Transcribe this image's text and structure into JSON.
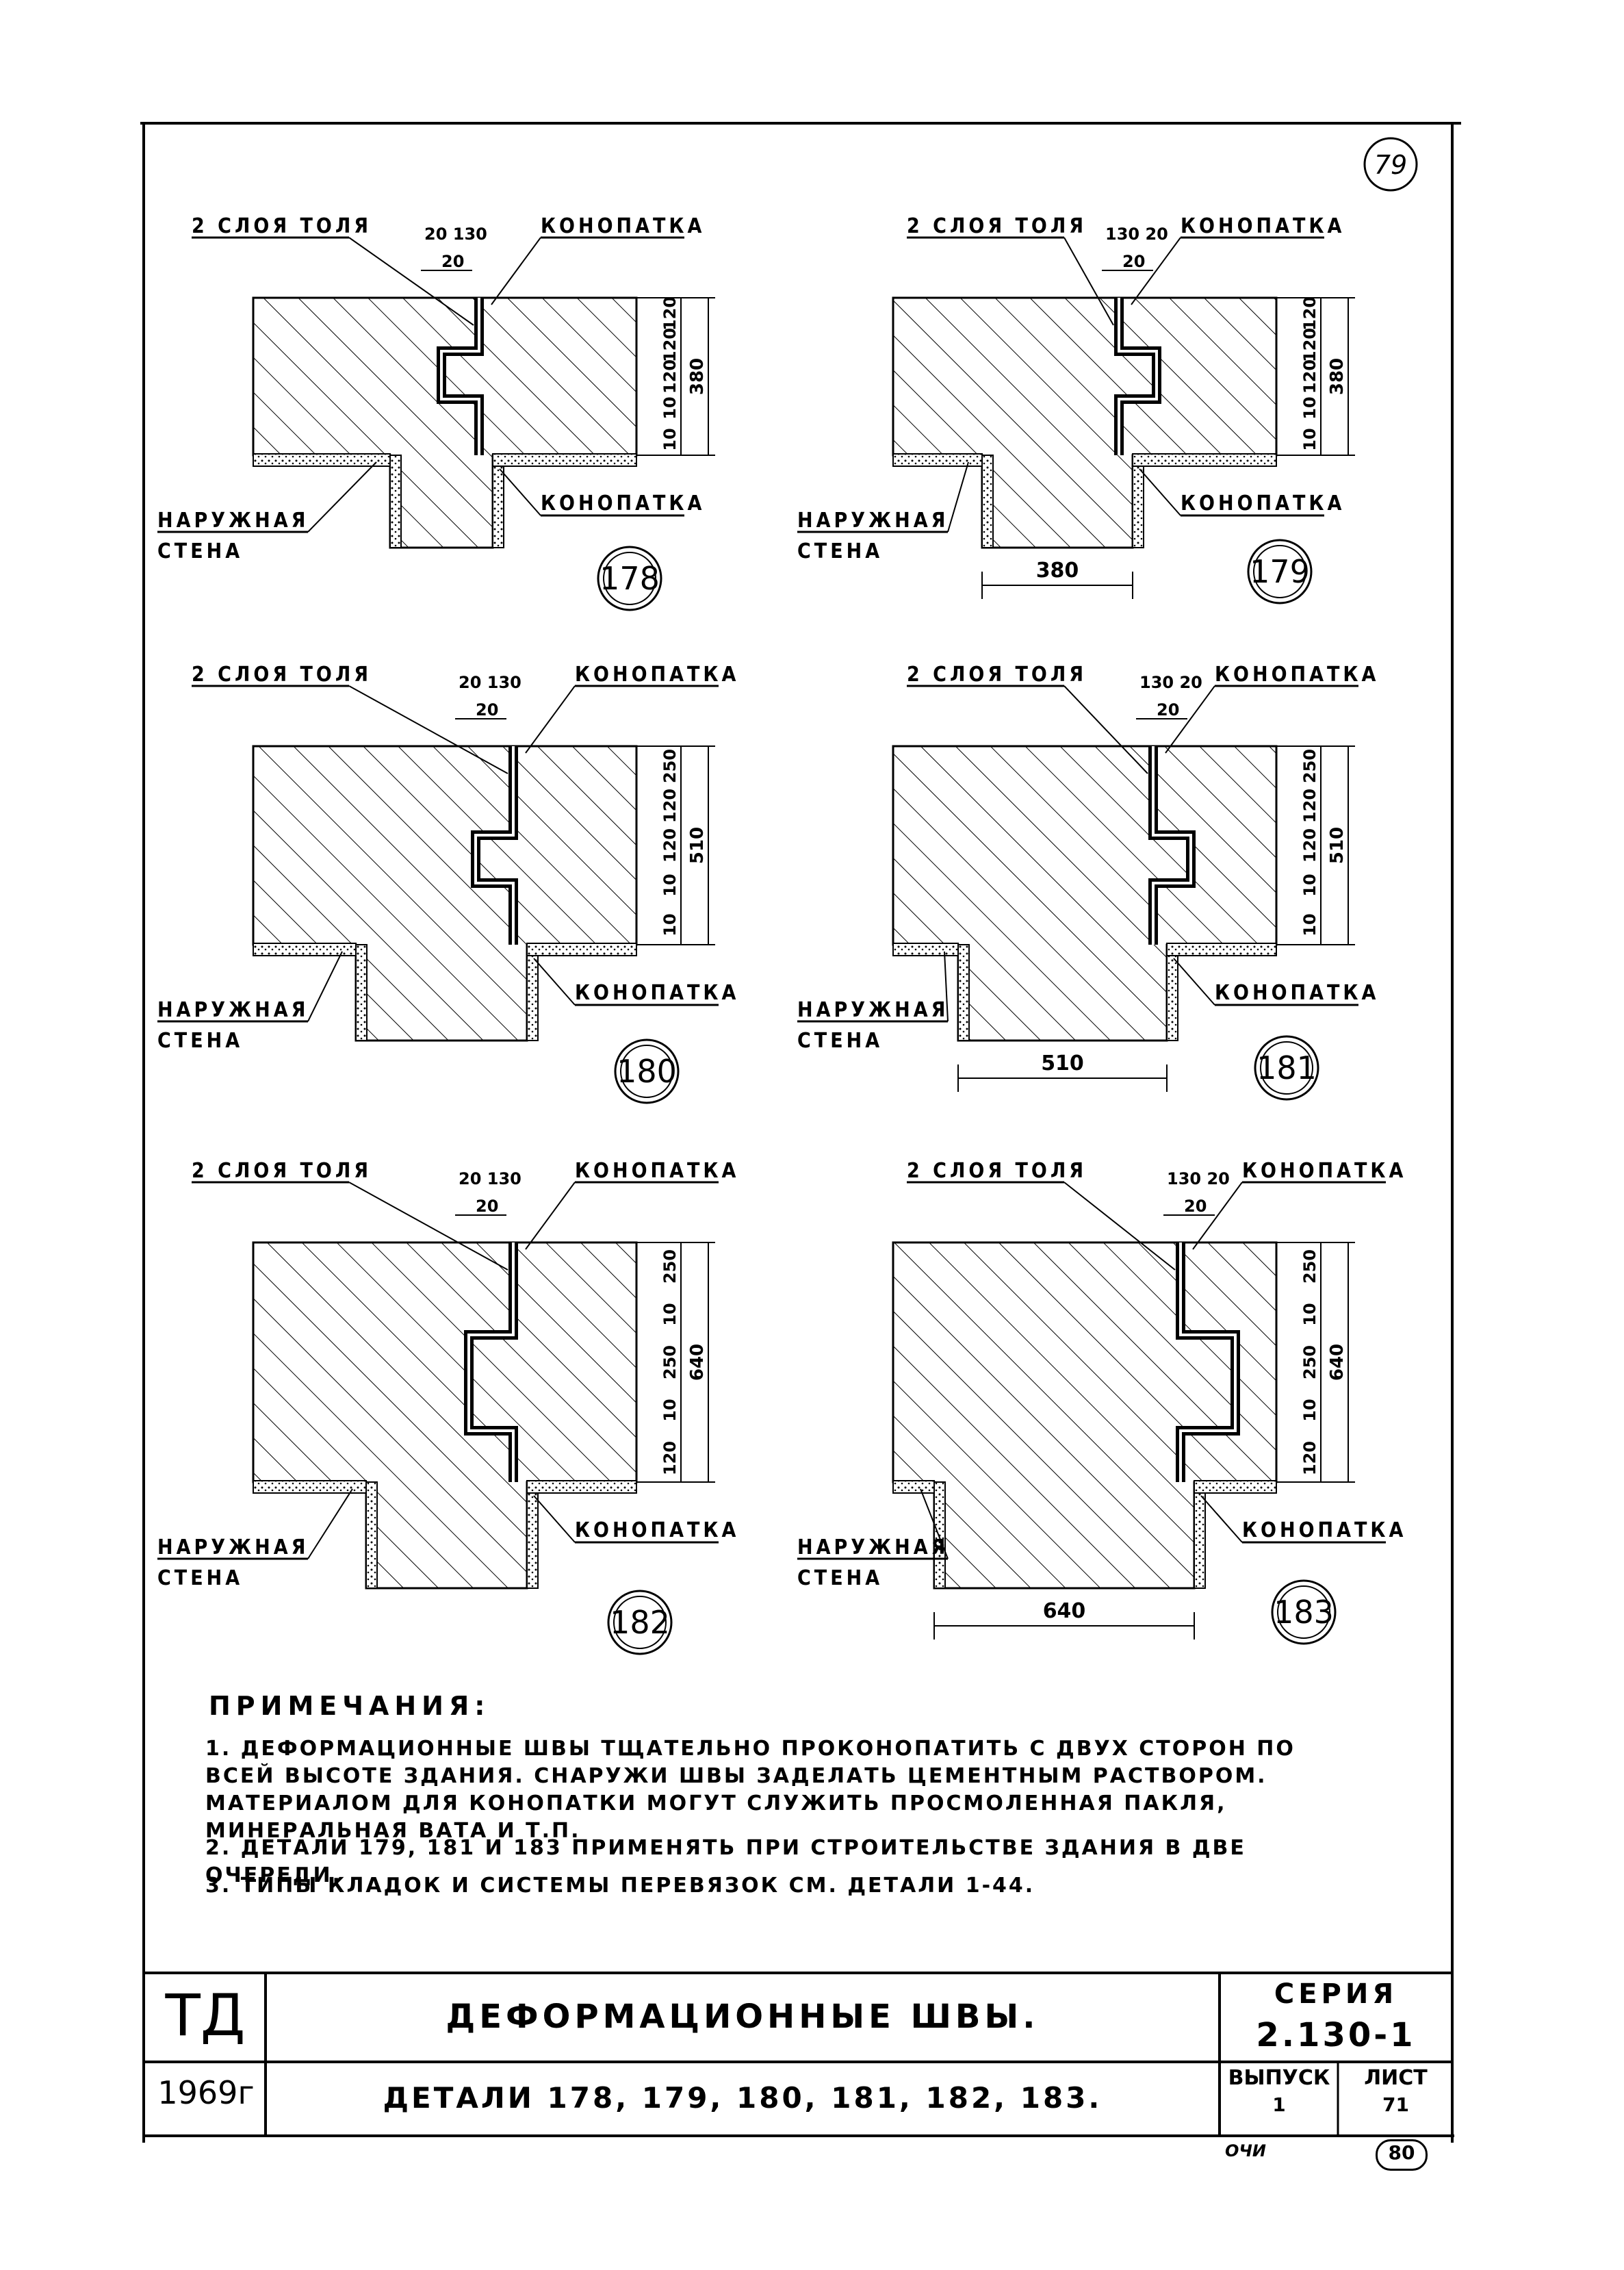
{
  "page_number": "79",
  "details": [
    {
      "id": "178",
      "tolya": "2 СЛОЯ ТОЛЯ",
      "konopatka_top": "КОНОПАТКА",
      "konopatka_bottom": "КОНОПАТКА",
      "naruzhnaya": "НАРУЖНАЯ",
      "stena": "СТЕНА",
      "dim_top": [
        "20",
        "130",
        "20"
      ],
      "dim_side": [
        "120",
        "120",
        "120",
        "10",
        "10",
        "380"
      ],
      "dim_bottom": ""
    },
    {
      "id": "179",
      "tolya": "2 СЛОЯ ТОЛЯ",
      "konopatka_top": "КОНОПАТКА",
      "konopatka_bottom": "КОНОПАТКА",
      "naruzhnaya": "НАРУЖНАЯ",
      "stena": "СТЕНА",
      "dim_top": [
        "130",
        "20",
        "20"
      ],
      "dim_side": [
        "120",
        "120",
        "120",
        "10",
        "10",
        "380"
      ],
      "dim_bottom": "380"
    },
    {
      "id": "180",
      "tolya": "2 СЛОЯ ТОЛЯ",
      "konopatka_top": "КОНОПАТКА",
      "konopatka_bottom": "КОНОПАТКА",
      "naruzhnaya": "НАРУЖНАЯ",
      "stena": "СТЕНА",
      "dim_top": [
        "20",
        "130",
        "20"
      ],
      "dim_side": [
        "250",
        "120",
        "120",
        "10",
        "10",
        "510"
      ],
      "dim_bottom": ""
    },
    {
      "id": "181",
      "tolya": "2 СЛОЯ ТОЛЯ",
      "konopatka_top": "КОНОПАТКА",
      "konopatka_bottom": "КОНОПАТКА",
      "naruzhnaya": "НАРУЖНАЯ",
      "stena": "СТЕНА",
      "dim_top": [
        "130",
        "20",
        "20"
      ],
      "dim_side": [
        "250",
        "120",
        "120",
        "10",
        "10",
        "510"
      ],
      "dim_bottom": "510"
    },
    {
      "id": "182",
      "tolya": "2 СЛОЯ ТОЛЯ",
      "konopatka_top": "КОНОПАТКА",
      "konopatka_bottom": "КОНОПАТКА",
      "naruzhnaya": "НАРУЖНАЯ",
      "stena": "СТЕНА",
      "dim_top": [
        "20",
        "130",
        "20"
      ],
      "dim_side": [
        "250",
        "10",
        "250",
        "10",
        "120",
        "640"
      ],
      "dim_bottom": ""
    },
    {
      "id": "183",
      "tolya": "2 СЛОЯ ТОЛЯ",
      "konopatka_top": "КОНОПАТКА",
      "konopatka_bottom": "КОНОПАТКА",
      "naruzhnaya": "НАРУЖНАЯ",
      "stena": "СТЕНА",
      "dim_top": [
        "130",
        "20",
        "20"
      ],
      "dim_side": [
        "250",
        "10",
        "250",
        "10",
        "120",
        "640"
      ],
      "dim_bottom": "640"
    }
  ],
  "notes": {
    "title": "ПРИМЕЧАНИЯ:",
    "items": [
      "1. ДЕФОРМАЦИОННЫЕ ШВЫ ТЩАТЕЛЬНО ПРОКОНОПАТИТЬ С ДВУХ СТОРОН ПО ВСЕЙ ВЫСОТЕ ЗДАНИЯ. СНАРУЖИ ШВЫ ЗАДЕЛАТЬ ЦЕМЕНТНЫМ РАСТВОРОМ. МАТЕРИАЛОМ ДЛЯ КОНОПАТКИ МОГУТ СЛУЖИТЬ ПРОСМОЛЕННАЯ ПАКЛЯ, МИНЕРАЛЬНАЯ ВАТА И Т.П.",
      "2. ДЕТАЛИ 179, 181 И 183 ПРИМЕНЯТЬ ПРИ СТРОИТЕЛЬСТВЕ ЗДАНИЯ В ДВЕ ОЧЕРЕДИ.",
      "3. ТИПЫ КЛАДОК И СИСТЕМЫ ПЕРЕВЯЗОК СМ. ДЕТАЛИ 1-44."
    ]
  },
  "title_block": {
    "org": "ТД",
    "year": "1969г",
    "title": "ДЕФОРМАЦИОННЫЕ ШВЫ.",
    "subtitle": "ДЕТАЛИ 178, 179, 180, 181, 182, 183.",
    "series_label": "СЕРИЯ",
    "series_value": "2.130-1",
    "issue_label": "ВЫПУСК",
    "issue_value": "1",
    "sheet_label": "ЛИСТ",
    "sheet_value": "71",
    "stamp_left": "ОЧИ",
    "stamp_right": "80"
  }
}
